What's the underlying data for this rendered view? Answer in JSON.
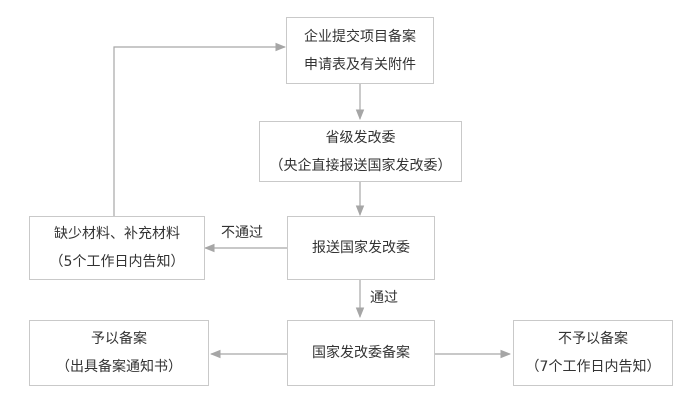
{
  "nodes": {
    "submit": {
      "line1": "企业提交项目备案",
      "line2": "申请表及有关附件"
    },
    "provincial": {
      "line1": "省级发改委",
      "line2": "（央企直接报送国家发改委）"
    },
    "national_submit": {
      "line1": "报送国家发改委"
    },
    "supplement": {
      "line1": "缺少材料、补充材料",
      "line2": "（5个工作日内告知）"
    },
    "national_record": {
      "line1": "国家发改委备案"
    },
    "approve": {
      "line1": "予以备案",
      "line2": "（出具备案通知书）"
    },
    "reject": {
      "line1": "不予以备案",
      "line2": "（7个工作日内告知）"
    }
  },
  "edges": {
    "fail_label": "不通过",
    "pass_label": "通过"
  },
  "colors": {
    "box_border": "#c9c9c9",
    "arrow": "#a6a6a6",
    "text": "#333333"
  }
}
